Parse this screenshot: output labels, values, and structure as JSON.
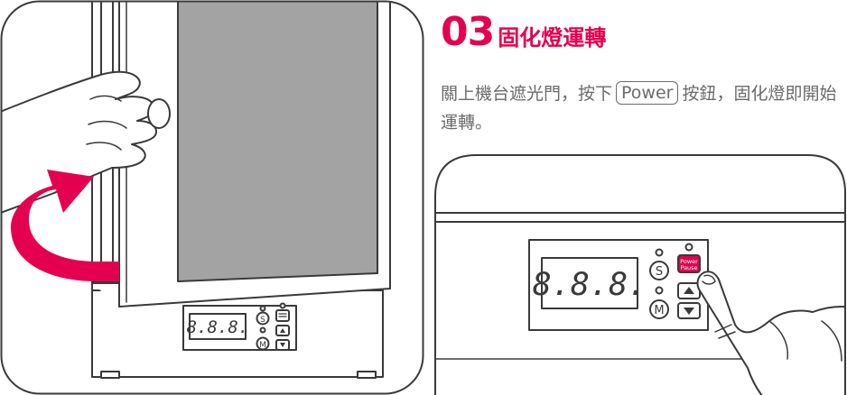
{
  "step": {
    "number": "03",
    "title": "固化燈運轉",
    "description_before": "關上機台遮光門，按下",
    "key_label": "Power",
    "description_after": "按鈕，固化燈即開始運轉。"
  },
  "panel": {
    "display_value": "8.8.8.",
    "s_button": "S",
    "m_button": "M",
    "power_button_line1": "Power",
    "power_button_line2": "Pause"
  },
  "colors": {
    "accent": "#e5004f",
    "line": "#3a3a3a",
    "text": "#6b6b6b",
    "window": "#a3a3a3"
  },
  "icons": {
    "arrow": "curved-arrow-icon",
    "hand": "hand-icon",
    "pointing_finger": "pointing-finger-icon"
  }
}
